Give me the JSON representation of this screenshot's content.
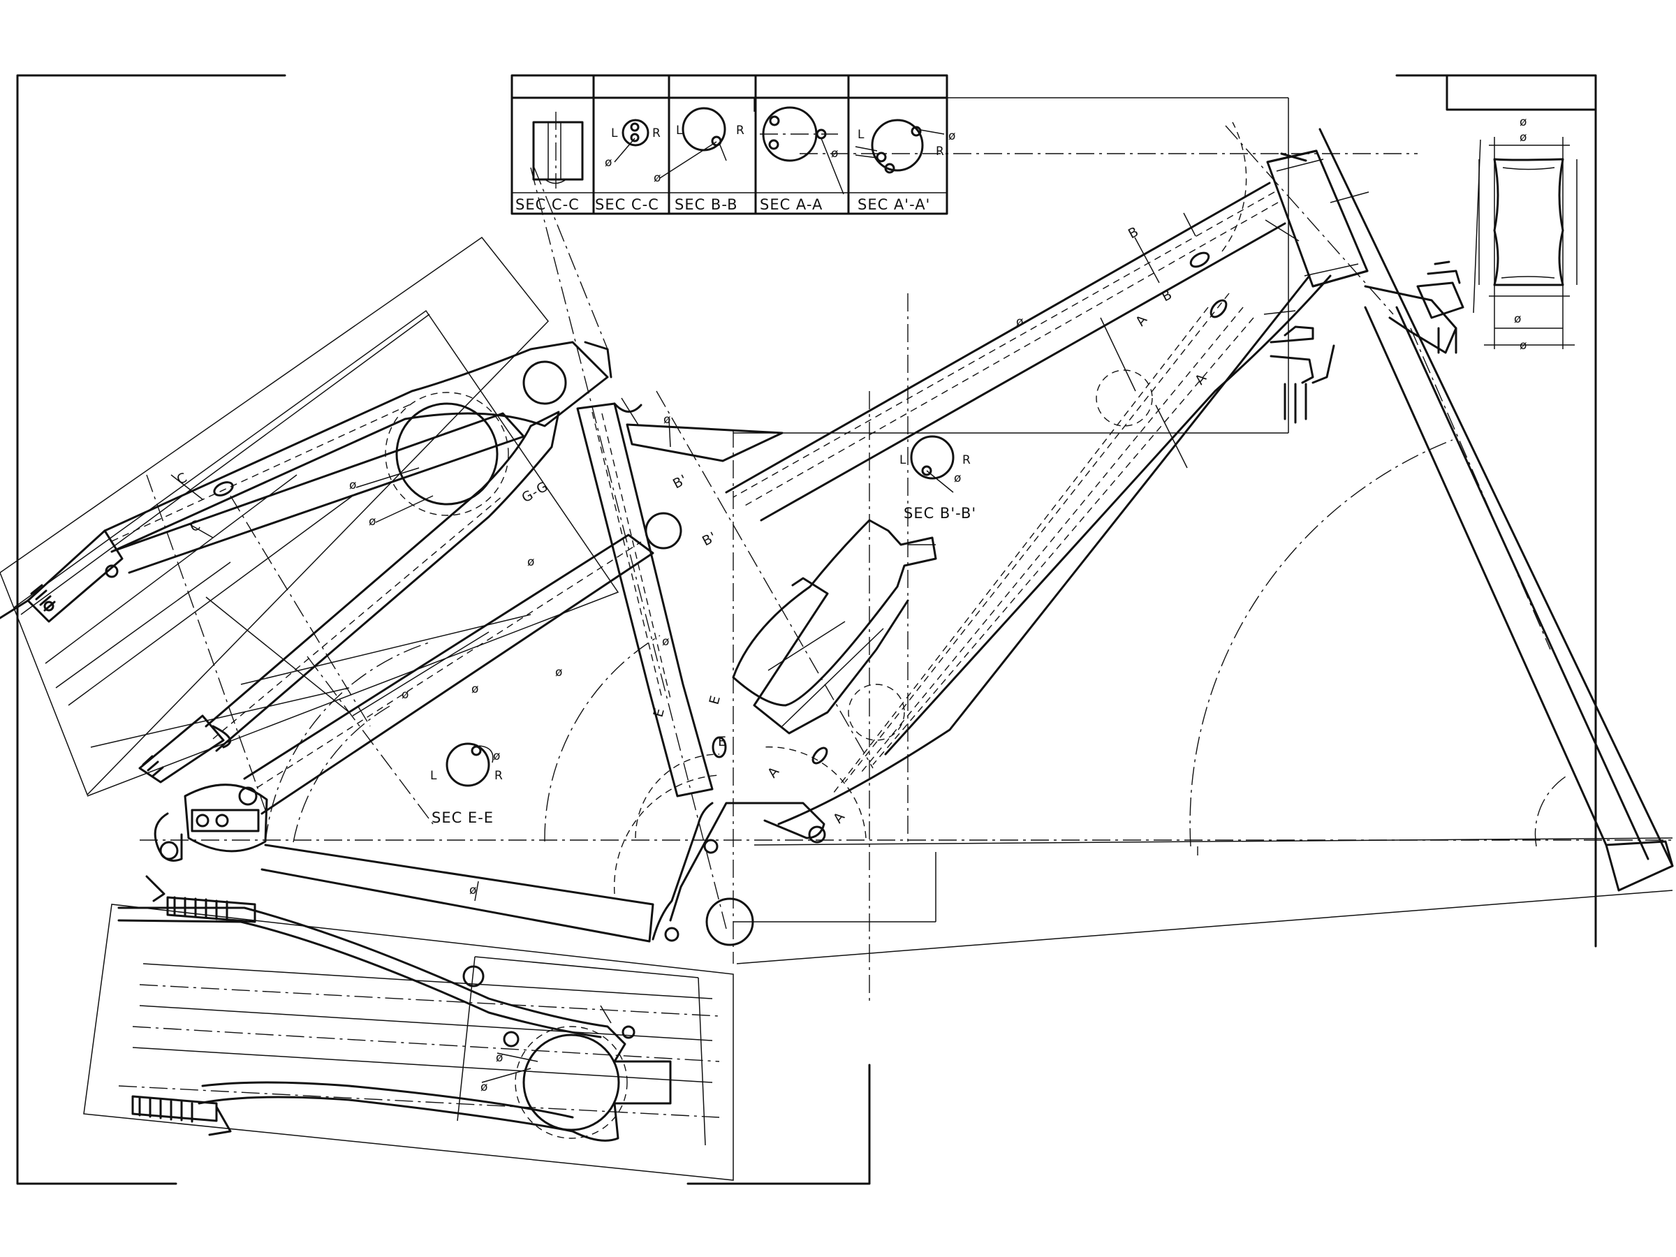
{
  "sections": {
    "table": [
      {
        "label": "SEC C-C"
      },
      {
        "label": "SEC C-C",
        "l": "L",
        "r": "R",
        "dia": "ø"
      },
      {
        "label": "SEC B-B",
        "l": "L",
        "r": "R",
        "dia": "ø"
      },
      {
        "label": "SEC A-A",
        "dia": "ø"
      },
      {
        "label": "SEC A'-A'",
        "l": "L",
        "r": "R",
        "dia": "ø"
      }
    ],
    "b_prime": {
      "label": "SEC B'-B'",
      "l": "L",
      "r": "R",
      "dia": "ø"
    },
    "e": {
      "label": "SEC E-E",
      "l": "L",
      "r": "R",
      "dia": "ø"
    }
  },
  "cut_marks": {
    "c": "C",
    "c2": "C",
    "b": "B",
    "b2": "B",
    "a": "A",
    "a2": "A",
    "a3": "A",
    "a4": "A",
    "bp": "B'",
    "bp2": "B'",
    "e": "E",
    "e2": "E",
    "e3": "E",
    "gg": "G-G"
  },
  "dims": {
    "dia_symbol": "ø"
  }
}
